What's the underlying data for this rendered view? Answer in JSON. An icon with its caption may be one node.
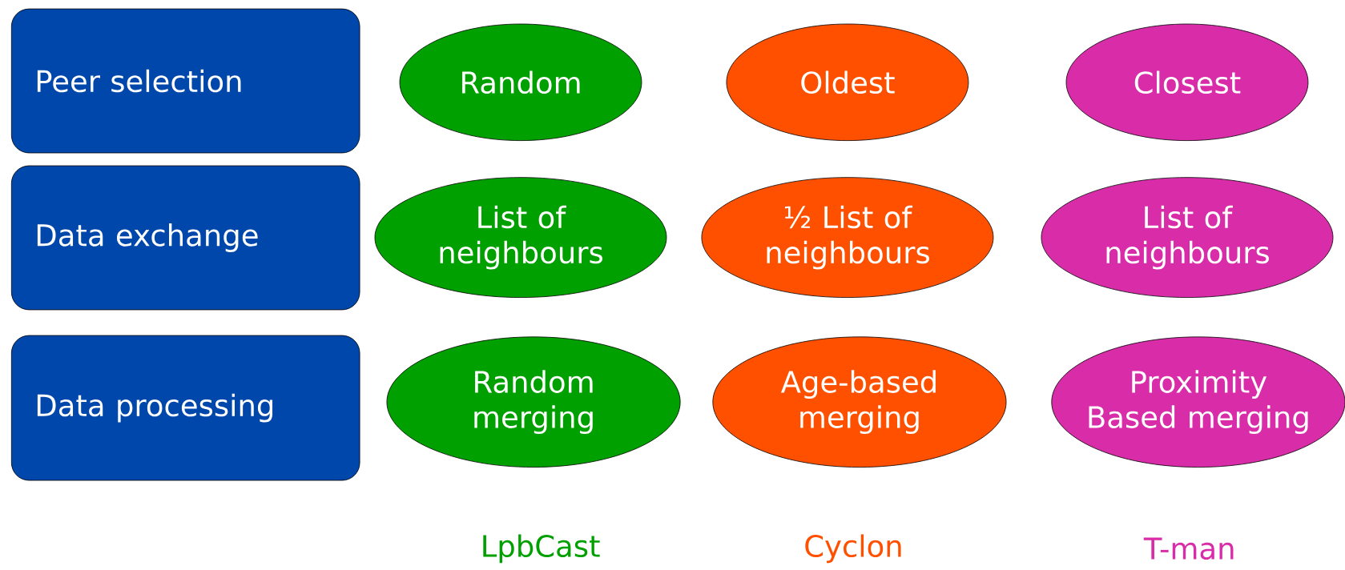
{
  "diagram": {
    "nodes": [
      {
        "text": [
          "Peer selection"
        ]
      },
      {
        "text": [
          "Data exchange"
        ]
      },
      {
        "text": [
          "Data processing"
        ]
      },
      {
        "text": [
          "Random"
        ]
      },
      {
        "text": [
          "Oldest"
        ]
      },
      {
        "text": [
          "Closest"
        ]
      },
      {
        "text": [
          "List of neighbours"
        ]
      },
      {
        "text": [
          "½ List of neighbours"
        ]
      },
      {
        "text": [
          "List of neighbours"
        ]
      },
      {
        "text": [
          "Random merging"
        ]
      },
      {
        "text": [
          "Age-based merging"
        ]
      },
      {
        "text": [
          "Proximity Based merging"
        ]
      }
    ],
    "labels": [
      "LpbCast",
      "Cyclon",
      "T-man"
    ]
  }
}
